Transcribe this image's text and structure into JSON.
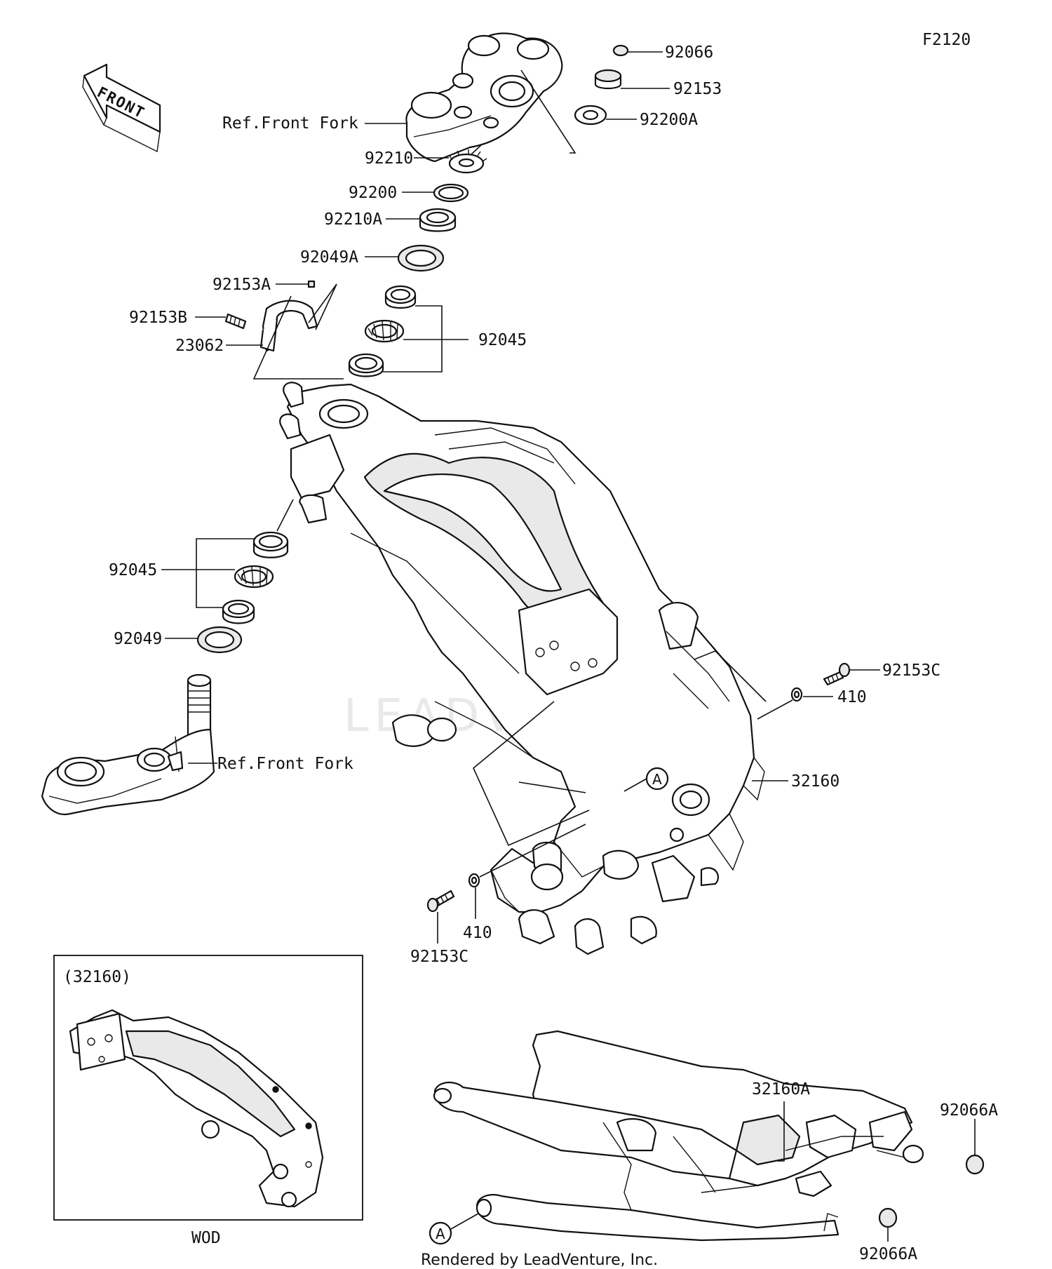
{
  "diagram": {
    "code": "F2120",
    "footer": "Rendered by LeadVenture, Inc.",
    "watermark": "LEADVENTURE",
    "direction_arrow": "FRONT",
    "inset": {
      "title": "(32160)",
      "caption": "WOD"
    },
    "ref_upper": "Ref.Front Fork",
    "ref_lower": "Ref.Front Fork",
    "callout_a1": "A",
    "callout_a2": "A",
    "parts": {
      "p92066": "92066",
      "p92153": "92153",
      "p92200A": "92200A",
      "p92210": "92210",
      "p92200": "92200",
      "p92210A": "92210A",
      "p92049A": "92049A",
      "p92153A": "92153A",
      "p92153B": "92153B",
      "p23062": "23062",
      "p92045_upper": "92045",
      "p92045_lower": "92045",
      "p92049": "92049",
      "p92153C_right": "92153C",
      "p410_right": "410",
      "p32160": "32160",
      "p410_bottom": "410",
      "p92153C_bottom": "92153C",
      "p32160A": "32160A",
      "p92066A_upper": "92066A",
      "p92066A_lower": "92066A"
    }
  }
}
